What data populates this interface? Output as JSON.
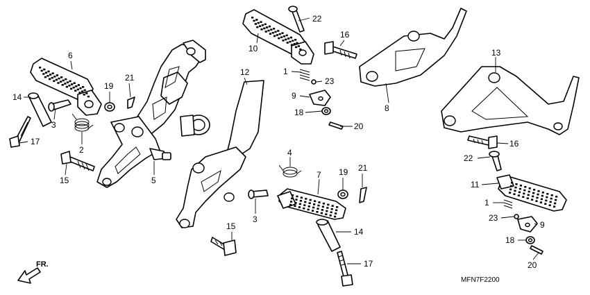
{
  "diagram_code": "MFN7F2200",
  "direction": {
    "text": "FR."
  },
  "labels": [
    {
      "id": "l22a",
      "text": "22"
    },
    {
      "id": "l10",
      "text": "10"
    },
    {
      "id": "l16a",
      "text": "16"
    },
    {
      "id": "l6",
      "text": "6"
    },
    {
      "id": "l12",
      "text": "12"
    },
    {
      "id": "l1a",
      "text": "1"
    },
    {
      "id": "l23a",
      "text": "23"
    },
    {
      "id": "l19a",
      "text": "19"
    },
    {
      "id": "l21a",
      "text": "21"
    },
    {
      "id": "l14a",
      "text": "14"
    },
    {
      "id": "l9a",
      "text": "9"
    },
    {
      "id": "l8",
      "text": "8"
    },
    {
      "id": "l13",
      "text": "13"
    },
    {
      "id": "l3a",
      "text": "3"
    },
    {
      "id": "l18a",
      "text": "18"
    },
    {
      "id": "l20a",
      "text": "20"
    },
    {
      "id": "l2",
      "text": "2"
    },
    {
      "id": "l17a",
      "text": "17"
    },
    {
      "id": "l16b",
      "text": "16"
    },
    {
      "id": "l4",
      "text": "4"
    },
    {
      "id": "l7",
      "text": "7"
    },
    {
      "id": "l19b",
      "text": "19"
    },
    {
      "id": "l21b",
      "text": "21"
    },
    {
      "id": "l22b",
      "text": "22"
    },
    {
      "id": "l15a",
      "text": "15"
    },
    {
      "id": "l5",
      "text": "5"
    },
    {
      "id": "l11",
      "text": "11"
    },
    {
      "id": "l3b",
      "text": "3"
    },
    {
      "id": "l1b",
      "text": "1"
    },
    {
      "id": "l14b",
      "text": "14"
    },
    {
      "id": "l23b",
      "text": "23"
    },
    {
      "id": "l9b",
      "text": "9"
    },
    {
      "id": "l15b",
      "text": "15"
    },
    {
      "id": "l18b",
      "text": "18"
    },
    {
      "id": "l17b",
      "text": "17"
    },
    {
      "id": "l20b",
      "text": "20"
    }
  ]
}
